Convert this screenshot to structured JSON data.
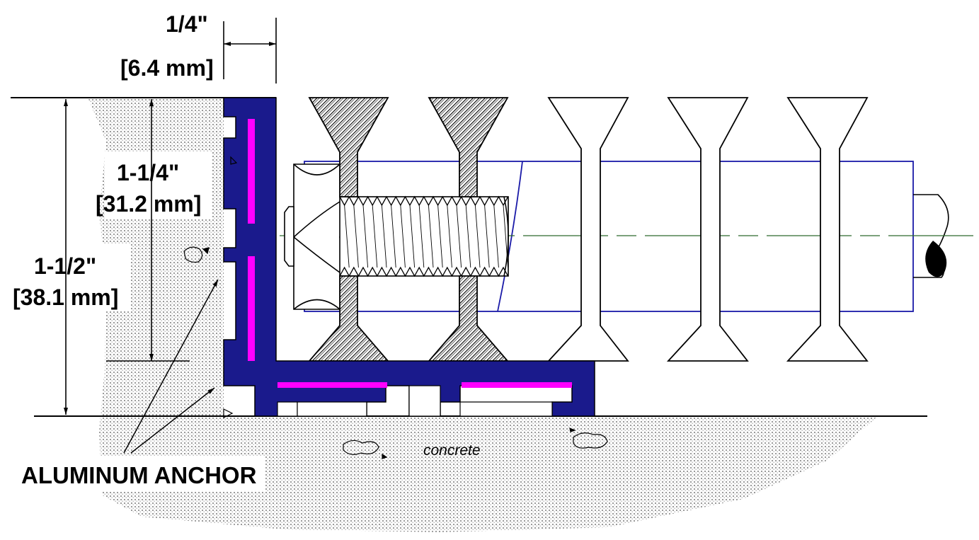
{
  "dimensions": {
    "thickness_in": "1/4\"",
    "thickness_mm": "[6.4 mm]",
    "inner_height_in": "1-1/4\"",
    "inner_height_mm": "[31.2 mm]",
    "total_height_in": "1-1/2\"",
    "total_height_mm": "[38.1 mm]"
  },
  "callout": "ALUMINUM ANCHOR",
  "material_note": "concrete",
  "colors": {
    "anchor": "#1a1a8c",
    "insert": "#ff00ff",
    "rod_outline": "#1a1aa8",
    "centerline": "#2f6b2f",
    "concrete_dots": "#9a9a9a",
    "hatch": "#000000"
  },
  "icons": [
    "bolt-icon",
    "rebar-icon",
    "anchor-profile-icon"
  ]
}
